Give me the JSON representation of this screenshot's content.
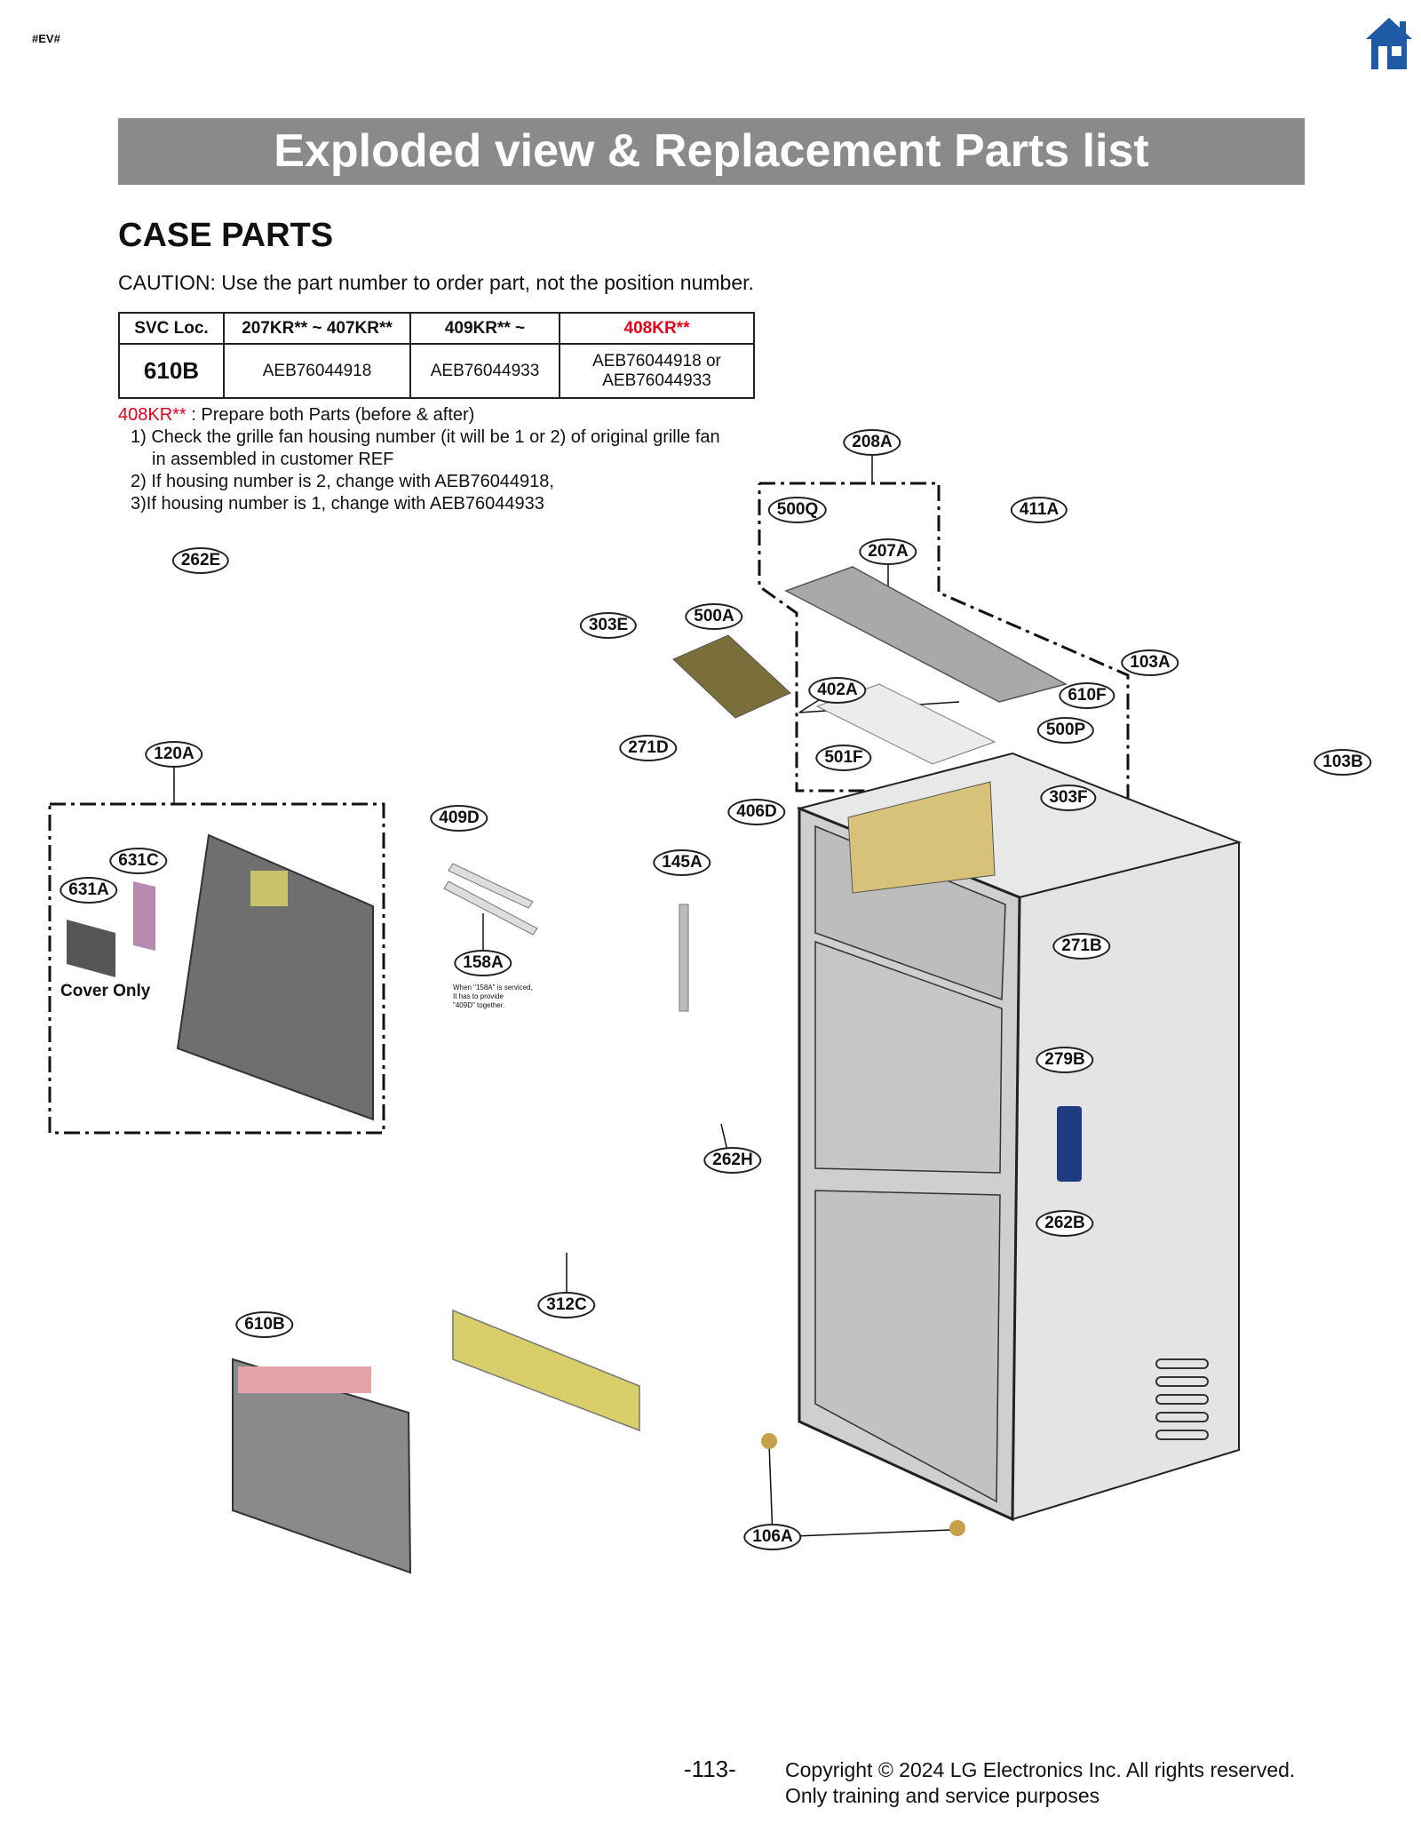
{
  "page_tag": "#EV#",
  "header": {
    "title": "Exploded view & Replacement Parts list",
    "home_icon": "home-icon"
  },
  "section": {
    "title": "CASE PARTS",
    "caution": "CAUTION: Use the part number to order part, not the position number."
  },
  "svc_table": {
    "headers": [
      "SVC Loc.",
      "207KR** ~ 407KR**",
      "409KR** ~",
      "408KR**"
    ],
    "row": {
      "loc": "610B",
      "col1": "AEB76044918",
      "col2": "AEB76044933",
      "col3_line1": "AEB76044918 or",
      "col3_line2": "AEB76044933"
    },
    "highlight_color": "#e3001b"
  },
  "note": {
    "model": "408KR**",
    "intro": " : Prepare both Parts (before & after)",
    "line1a": "1) Check the grille fan housing number (it will be 1 or 2) of original grille fan",
    "line1b": "in assembled in customer REF",
    "line2": "2) If housing number is 2, change with AEB76044918,",
    "line3": "3)If housing number is 1, change with AEB76044933"
  },
  "diagram": {
    "labels": {
      "l208A": "208A",
      "l500Q": "500Q",
      "l411A": "411A",
      "l207A": "207A",
      "l262E": "262E",
      "l303E": "303E",
      "l500A": "500A",
      "l103A": "103A",
      "l402A": "402A",
      "l610F": "610F",
      "l500P": "500P",
      "l271D": "271D",
      "l501F": "501F",
      "l120A": "120A",
      "l103B": "103B",
      "l303F": "303F",
      "l406D": "406D",
      "l409D": "409D",
      "l631C": "631C",
      "l145A": "145A",
      "l631A": "631A",
      "l271B": "271B",
      "l158A": "158A",
      "l279B": "279B",
      "l262H": "262H",
      "l262B": "262B",
      "l312C": "312C",
      "l610B": "610B",
      "l106A": "106A"
    },
    "cover_only": "Cover Only",
    "note_158A_1": "When \"158A\" is serviced,",
    "note_158A_2": "It has to provide",
    "note_158A_3": "\"409D\" together."
  },
  "footer": {
    "page_number": "-113-",
    "copyright_line1": "Copyright © 2024 LG Electronics Inc. All rights reserved.",
    "copyright_line2": "Only training and service purposes"
  }
}
